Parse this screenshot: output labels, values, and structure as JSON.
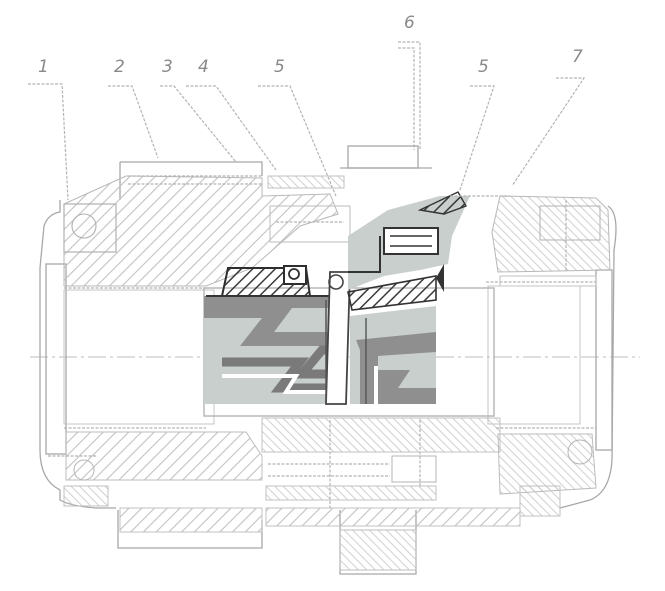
{
  "drawing": {
    "labels": [
      "1",
      "2",
      "3",
      "4",
      "5",
      "6",
      "5",
      "7"
    ],
    "colors": {
      "line": "#b4b4b4",
      "hatch": "#c2c2c2",
      "section_dark": "#3a3a3a",
      "section_gray": "#8f8f8f",
      "section_light": "#c9cfcd",
      "background": "#ffffff"
    }
  }
}
